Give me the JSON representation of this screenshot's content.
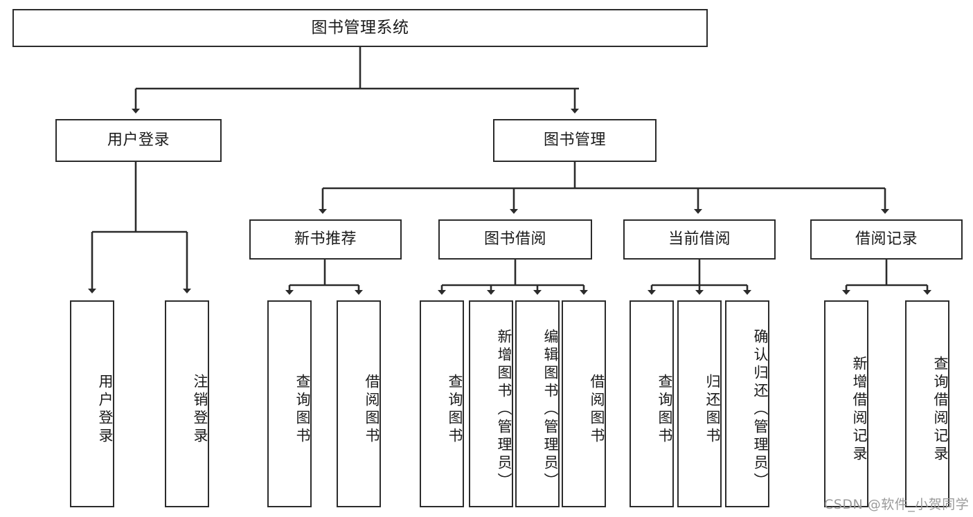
{
  "diagram": {
    "title": "图书管理系统",
    "background_color": "#ffffff",
    "line_color": "#2b2b2b",
    "text_color": "#1a1a1a",
    "levels": {
      "root": {
        "label": "图书管理系统"
      },
      "level2": [
        {
          "label": "用户登录"
        },
        {
          "label": "图书管理"
        }
      ],
      "level3": [
        {
          "label": "新书推荐"
        },
        {
          "label": "图书借阅"
        },
        {
          "label": "当前借阅"
        },
        {
          "label": "借阅记录"
        }
      ],
      "leaves": {
        "user_login": [
          {
            "label": "用户登录"
          },
          {
            "label": "注销登录"
          }
        ],
        "new_book_recommend": [
          {
            "label": "查询图书"
          },
          {
            "label": "借阅图书"
          }
        ],
        "book_borrow": [
          {
            "label": "查询图书"
          },
          {
            "label": "新增图书（管理员）"
          },
          {
            "label": "编辑图书（管理员）"
          },
          {
            "label": "借阅图书"
          }
        ],
        "current_borrow": [
          {
            "label": "查询图书"
          },
          {
            "label": "归还图书"
          },
          {
            "label": "确认归还（管理员）"
          }
        ],
        "borrow_record": [
          {
            "label": "新增借阅记录"
          },
          {
            "label": "查询借阅记录"
          }
        ]
      }
    }
  },
  "watermark": {
    "text": "CSDN @软件_小贺同学",
    "color": "#9a9a9a"
  }
}
